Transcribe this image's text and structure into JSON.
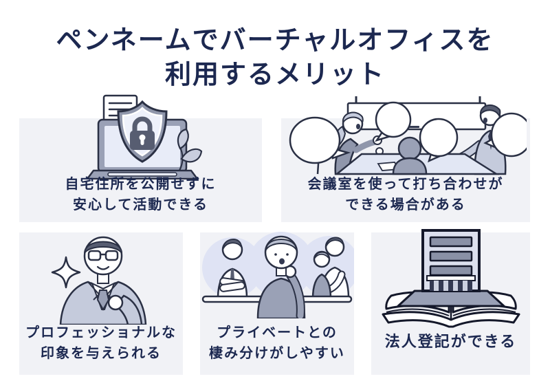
{
  "title": {
    "lines": [
      "ペンネームでバーチャルオフィスを",
      "利用するメリット"
    ]
  },
  "colors": {
    "background": "#ffffff",
    "panel": "#f1f2f6",
    "heading": "#1c2850",
    "caption": "#1c2850",
    "outline": "#2a3044",
    "gray_mid": "#9aa1b6",
    "gray_suit": "#c5cbdc",
    "gray_dark": "#575d71",
    "light_fill": "#e8ecf8",
    "circle_bg": "#dfe3f4"
  },
  "panels": [
    {
      "name": "privacy",
      "icon": "laptop-shield-lock-icon",
      "caption": [
        "自宅住所を公開せずに",
        "安心して活動できる"
      ]
    },
    {
      "name": "meeting-room",
      "icon": "meeting-discussion-icon",
      "caption": [
        "会議室を使って打ち合わせが",
        "できる場合がある"
      ]
    },
    {
      "name": "professional-impression",
      "icon": "businessman-sparkle-icon",
      "caption": [
        "プロフェッショナルな",
        "印象を与えられる"
      ]
    },
    {
      "name": "work-life-separation",
      "icon": "work-life-divider-icon",
      "caption": [
        "プライベートとの",
        "棲み分けがしやすい"
      ]
    },
    {
      "name": "corporate-registration",
      "icon": "building-on-book-icon",
      "caption": [
        "法人登記ができる"
      ]
    }
  ]
}
